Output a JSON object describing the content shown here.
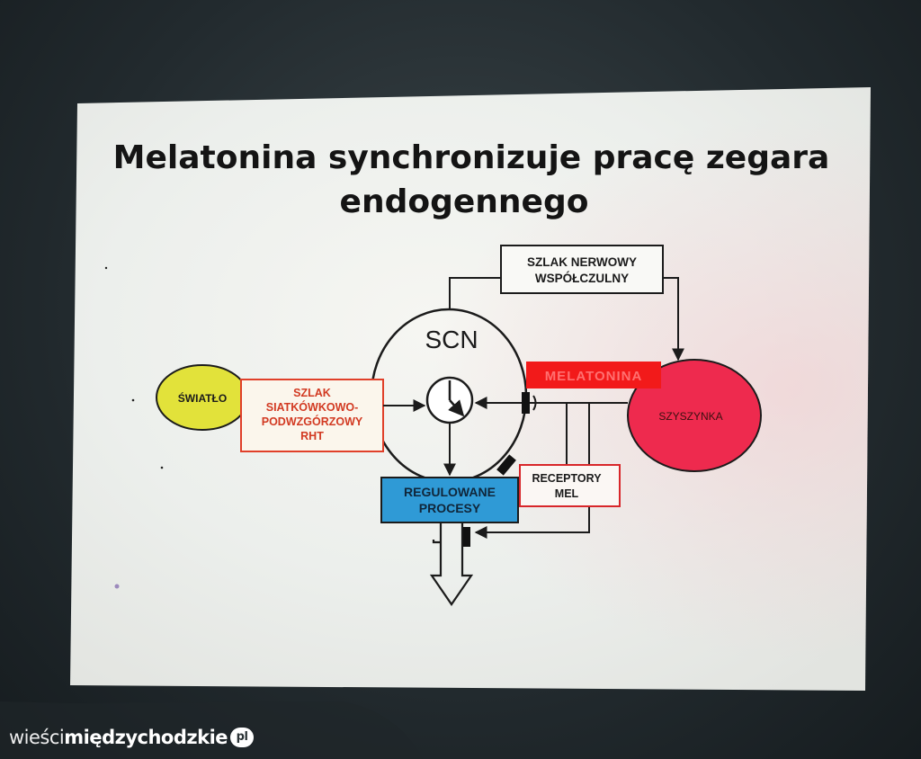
{
  "slide": {
    "title_line1": "Melatonina synchronizuje pracę zegara",
    "title_line2": "endogennego"
  },
  "diagram": {
    "scn": "SCN",
    "swiatlo": "ŚWIATŁO",
    "szlak_rht": [
      "SZLAK",
      "SIATKÓWKOWO-",
      "PODWZGÓRZOWY",
      "RHT"
    ],
    "szlak_nerwowy": [
      "SZLAK NERWOWY",
      "WSPÓŁCZULNY"
    ],
    "melatonina": "MELATONINA",
    "szyszynka": "SZYSZYNKA",
    "receptory": [
      "RECEPTORY",
      "MEL"
    ],
    "regulowane": [
      "REGULOWANE",
      "PROCESY"
    ]
  },
  "colors": {
    "swiatlo_fill": "#e2e23a",
    "rht_border": "#e0402a",
    "rht_text": "#d23a22",
    "melatonina_fill": "#f21a1a",
    "melatonina_text": "#ff6a6a",
    "szyszynka_fill": "#ee2a4e",
    "regulowane_fill": "#2f9ad6",
    "receptory_border": "#d8262a"
  },
  "watermark": {
    "part1": "wieści",
    "part2": "międzychodzkie",
    "tld": "pl"
  }
}
